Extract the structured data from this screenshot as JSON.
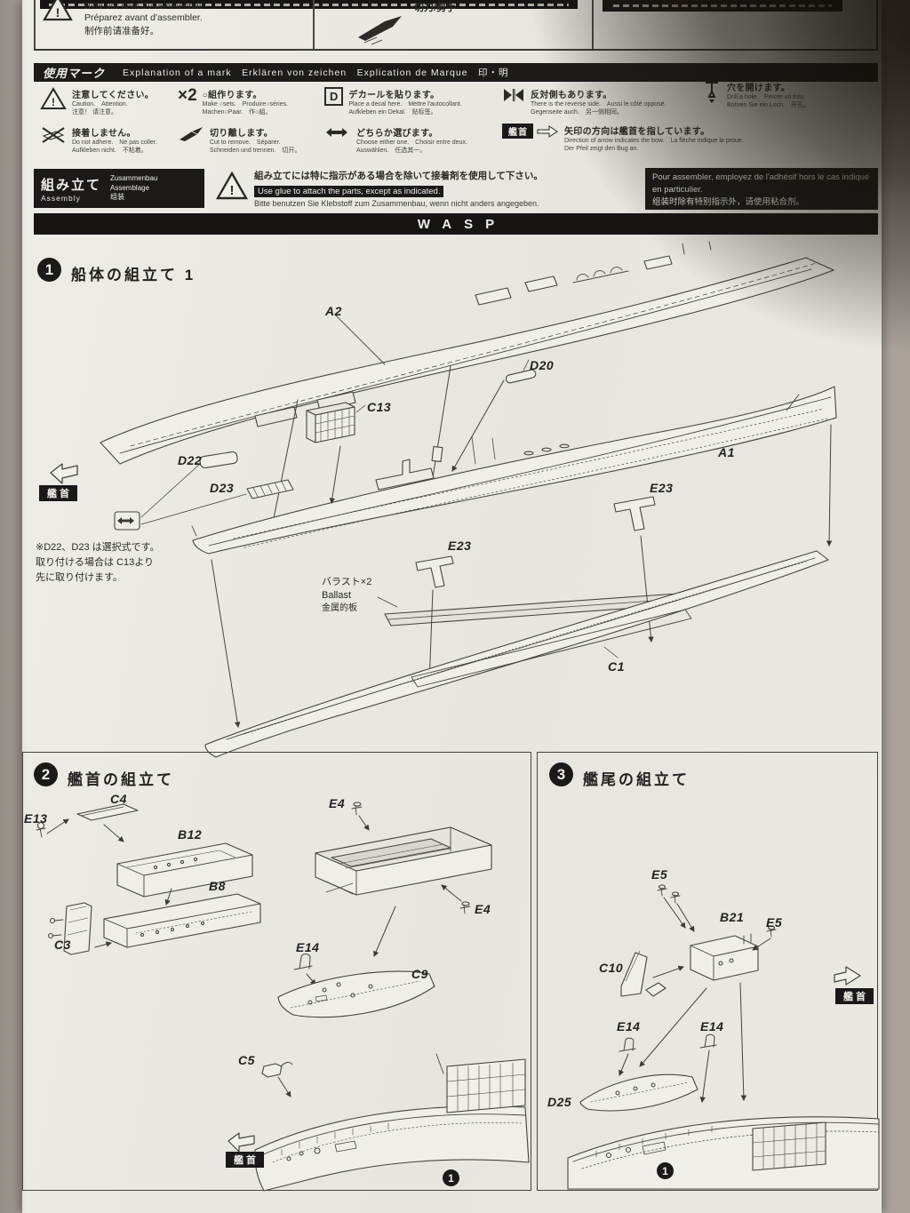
{
  "icons": {
    "warning_glyph": "!"
  },
  "top_strip": {
    "de_line": "Bitte vor dem Zusammenbau …",
    "fr_line": "Préparez avant d'assembler.",
    "cn_line": "制作前请准备好。",
    "tool_label": "切刀/剪手"
  },
  "mark_header": {
    "jp": "使用マーク",
    "rest": "Explanation of a mark　Erklären von zeichen　Explication de Marque　印・明"
  },
  "marks": [
    {
      "jp": "注意してください。",
      "l1": "Caution.　Attention.",
      "l2": "注意！ 请注意。"
    },
    {
      "icon": "×2",
      "jp": "○組作ります。",
      "l1": "Make ○sets.　Produire○séries.",
      "l2": "Machen○Paar.　作○組。"
    },
    {
      "icon": "D",
      "jp": "デカールを貼ります。",
      "l1": "Place a decal here.　Mettre l'autocollant.",
      "l2": "Aufkleben ein Dekal.　贴标签。"
    },
    {
      "jp": "反対側もあります。",
      "l1": "There is the reverse side.　Aussi le côté opposé.",
      "l2": "Gegenseite auch.　另一侧相同。"
    },
    {
      "jp": "穴を開けます。",
      "l1": "Drill a hole.　Percer un trou.",
      "l2": "Bohren Sie ein Loch.　开孔。"
    },
    {
      "jp": "接着しません。",
      "l1": "Do not adhere.　Ne pas coller.",
      "l2": "Aufkleben nicht.　不粘着。"
    },
    {
      "jp": "切り離します。",
      "l1": "Cut to remove.　Séparer.",
      "l2": "Schneiden und trennen.　切开。"
    },
    {
      "jp": "どちらか選びます。",
      "l1": "Choose either one.　Choisir entre deux.",
      "l2": "Auswählen.　任选其一。"
    },
    {
      "icon_label": "艦首",
      "jp": "矢印の方向は艦首を指しています。",
      "l1": "Direction of arrow indicates the bow.　La flèche indique la proue.",
      "l2": "Der Pfeil zeigt den Bug an."
    }
  ],
  "assembly": {
    "jp": "組み立て",
    "en": "Assembly",
    "de": "Zusammenbau",
    "fr": "Assemblage",
    "cn": "组装",
    "note_jp": "組み立てには特に指示がある場合を除いて接着剤を使用して下さい。",
    "note_en": "Use glue to attach the parts, except as indicated.",
    "note_de": "Bitte benutzen Sie Klebstoff zum Zusammenbau, wenn nicht anders angegeben.",
    "note_fr": "Pour assembler, employez de l'adhésif hors le cas indiqué en particulier.",
    "note_cn": "组装时除有特别指示外，请使用粘合剂。"
  },
  "ship_title": "WASP",
  "step1": {
    "num": "1",
    "title": "船体の組立て 1",
    "parts": {
      "a2": "A2",
      "d20": "D20",
      "c13": "C13",
      "d22": "D22",
      "d23": "D23",
      "a1": "A1",
      "e23a": "E23",
      "e23b": "E23",
      "c1": "C1"
    },
    "ballast": {
      "jp": "バラスト×2",
      "en": "Ballast",
      "cn": "金属的板"
    },
    "bow": "艦首",
    "note1": "※D22、D23 は選択式です。",
    "note2": "取り付ける場合は C13より",
    "note3": "先に取り付けます。"
  },
  "step2": {
    "num": "2",
    "title": "艦首の組立て",
    "parts": {
      "c4": "C4",
      "e13": "E13",
      "b12": "B12",
      "b8": "B8",
      "c3": "C3",
      "e4a": "E4",
      "e4b": "E4",
      "e14": "E14",
      "c9": "C9",
      "c5": "C5"
    },
    "bow": "艦首",
    "footer": "1"
  },
  "step3": {
    "num": "3",
    "title": "艦尾の組立て",
    "parts": {
      "e5a": "E5",
      "b21": "B21",
      "e5b": "E5",
      "c10": "C10",
      "e14a": "E14",
      "e14b": "E14",
      "d25": "D25"
    },
    "bow": "艦首",
    "footer": "1"
  }
}
